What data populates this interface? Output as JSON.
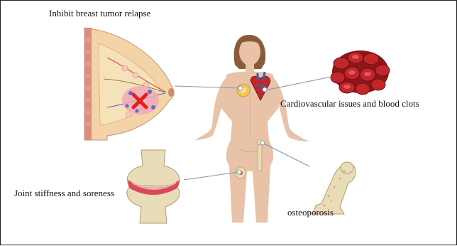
{
  "labels": {
    "breast": "Inhibit breast tumor relapse",
    "cardio": "Cardiovascular issues and blood clots",
    "joint": "Joint stiffness and soreness",
    "bone": "osteoporosis"
  },
  "colors": {
    "skin": "#e8c3a8",
    "hair": "#8a5a3b",
    "tissue": "#f2a7a0",
    "blood": "#c0262a",
    "bone": "#e9dcb8",
    "leader": "#7f97b5",
    "cross": "#e3201b"
  }
}
